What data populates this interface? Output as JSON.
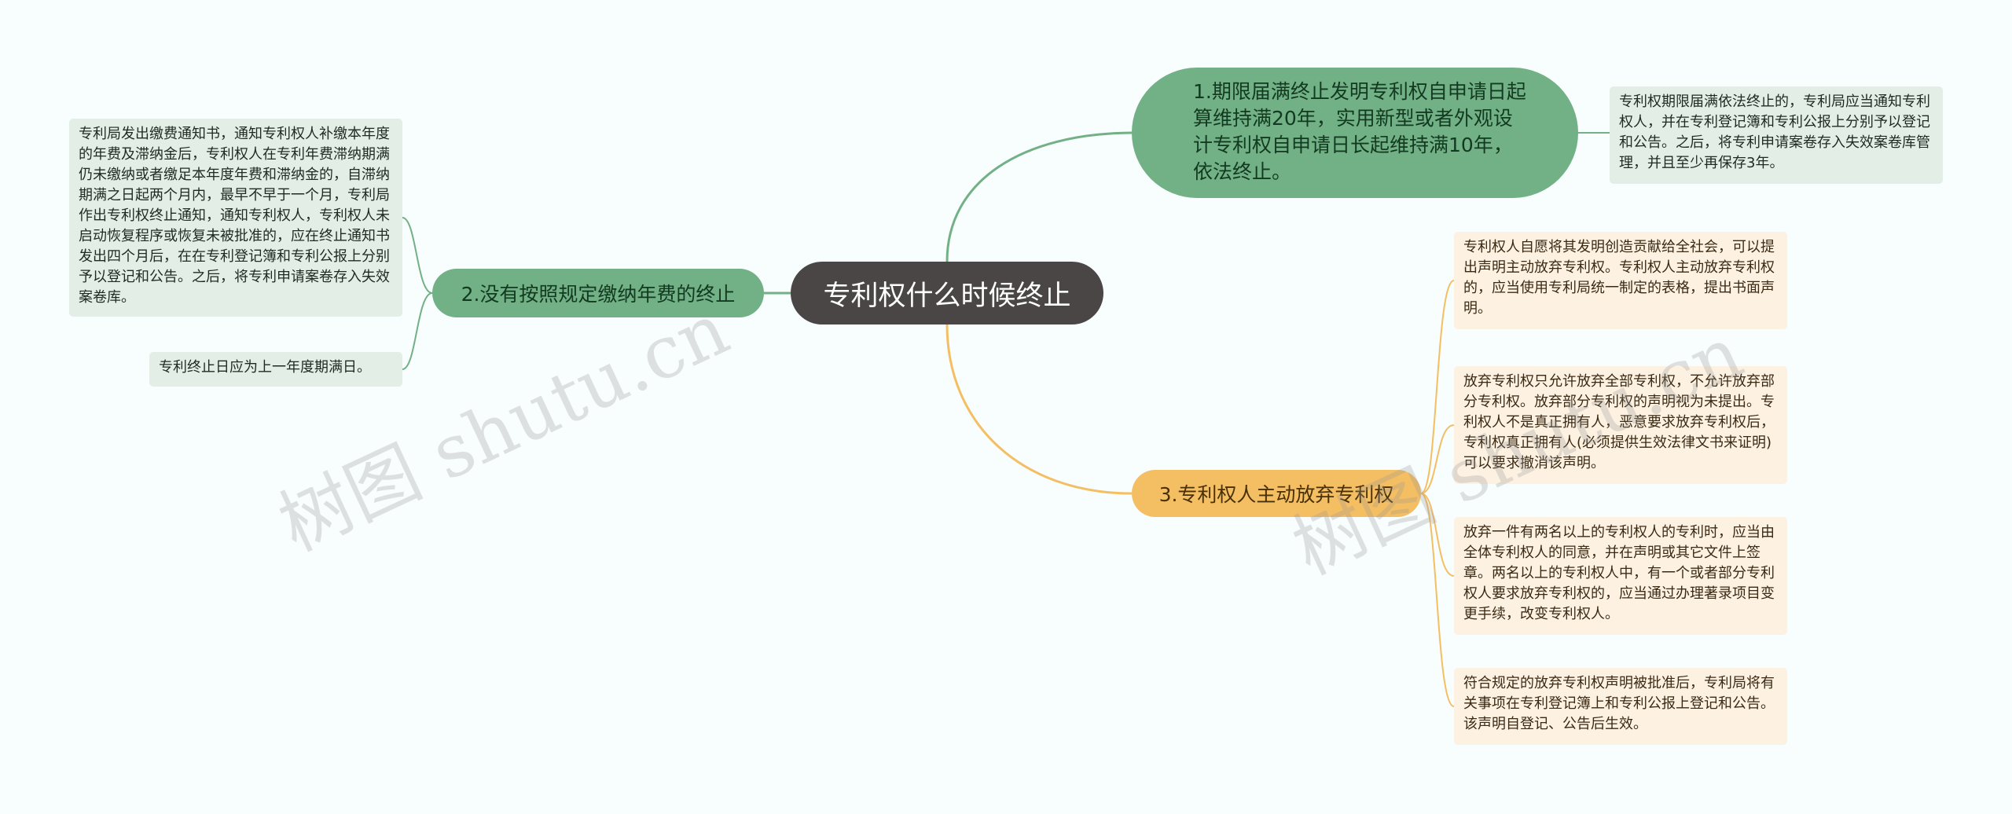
{
  "mindmap": {
    "center": "专利权什么时候终止",
    "branches": [
      {
        "label": "1.期限届满终止发明专利权自申请日起算维持满20年，实用新型或者外观设计专利权自申请日长起维持满10年，依法终止。",
        "color": "#72b086",
        "details": [
          "专利权期限届满依法终止的，专利局应当通知专利权人，并在专利登记簿和专利公报上分别予以登记和公告。之后，将专利申请案卷存入失效案卷库管理，并且至少再保存3年。"
        ]
      },
      {
        "label": "2.没有按照规定缴纳年费的终止",
        "color": "#72b086",
        "details": [
          "专利局发出缴费通知书，通知专利权人补缴本年度的年费及滞纳金后，专利权人在专利年费滞纳期满仍未缴纳或者缴足本年度年费和滞纳金的，自滞纳期满之日起两个月内，最早不早于一个月，专利局作出专利权终止通知，通知专利权人，专利权人未启动恢复程序或恢复未被批准的，应在终止通知书发出四个月后，在在专利登记簿和专利公报上分别予以登记和公告。之后，将专利申请案卷存入失效案卷库。",
          "专利终止日应为上一年度期满日。"
        ]
      },
      {
        "label": "3.专利权人主动放弃专利权",
        "color": "#f4be63",
        "details": [
          "专利权人自愿将其发明创造贡献给全社会，可以提出声明主动放弃专利权。专利权人主动放弃专利权的，应当使用专利局统一制定的表格，提出书面声明。",
          "放弃专利权只允许放弃全部专利权，不允许放弃部分专利权。放弃部分专利权的声明视为未提出。专利权人不是真正拥有人，恶意要求放弃专利权后，专利权真正拥有人(必须提供生效法律文书来证明)可以要求撤消该声明。",
          "放弃一件有两名以上的专利权人的专利时，应当由全体专利权人的同意，并在声明或其它文件上签章。两名以上的专利权人中，有一个或者部分专利权人要求放弃专利权的，应当通过办理著录项目变更手续，改变专利权人。",
          "符合规定的放弃专利权声明被批准后，专利局将有关事项在专利登记簿上和专利公报上登记和公告。该声明自登记、公告后生效。"
        ]
      }
    ]
  },
  "watermark": "树图 shutu.cn"
}
